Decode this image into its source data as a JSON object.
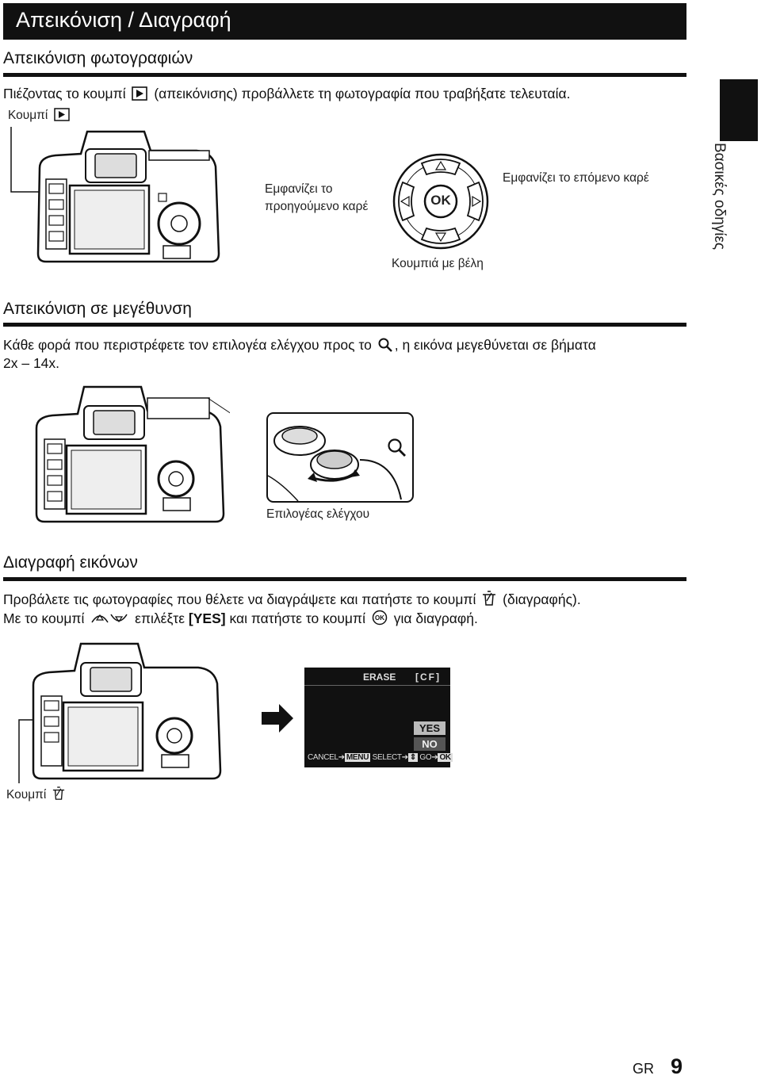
{
  "header": {
    "title": "Απεικόνιση / Διαγραφή"
  },
  "side_tab": {
    "label": "Βασικές οδηγίες"
  },
  "section1": {
    "title": "Απεικόνιση φωτογραφιών",
    "text_before": "Πιέζοντας το κουμπί",
    "text_after": "(απεικόνισης) προβάλλετε τη φωτογραφία που τραβήξατε τελευταία.",
    "play_button_label": "Κουμπί",
    "prev_label_1": "Εμφανίζει το",
    "prev_label_2": "προηγούμενο καρέ",
    "next_label": "Εμφανίζει το επόμενο καρέ",
    "arrow_label": "Κουμπιά με βέλη",
    "ok_label": "OK"
  },
  "section2": {
    "title": "Απεικόνιση σε μεγέθυνση",
    "text_line1_before": "Κάθε φορά που περιστρέφετε τον επιλογέα ελέγχου προς το",
    "text_line1_after": ", η εικόνα μεγεθύνεται σε βήματα",
    "text_line2": "2x – 14x.",
    "dial_label": "Επιλογέας ελέγχου"
  },
  "section3": {
    "title": "Διαγραφή εικόνων",
    "line1_before": "Προβάλετε τις φωτογραφίες που θέλετε να διαγράψετε και πατήστε το κουμπί",
    "line1_after": "(διαγραφής).",
    "line2_a": "Με το κουμπί",
    "line2_b": "επιλέξτε",
    "line2_yes": "[YES]",
    "line2_c": "και πατήστε το κουμπί",
    "line2_d": "για διαγραφή.",
    "erase_button_label": "Κουμπί",
    "lcd": {
      "erase": "ERASE",
      "cf": "[CF]",
      "yes": "YES",
      "no": "NO",
      "cancel": "CANCEL",
      "menu": "MENU",
      "select": "SELECT",
      "go": "GO",
      "ok": "OK"
    }
  },
  "footer": {
    "lang": "GR",
    "page": "9"
  },
  "icons": [
    "play-icon",
    "zoom-icon",
    "trash-icon",
    "up-down-arrows-icon",
    "ok-icon",
    "arrow-right-icon"
  ]
}
